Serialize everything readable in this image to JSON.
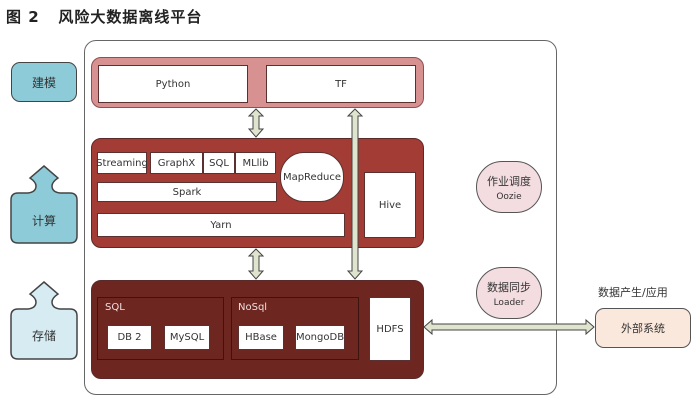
{
  "title": "图 2   风险大数据离线平台",
  "layers": {
    "modeling": "建模",
    "compute": "计算",
    "storage": "存储"
  },
  "modeling_band": {
    "python": "Python",
    "tf": "TF"
  },
  "compute_band": {
    "spark_libs": [
      "Streaming",
      "GraphX",
      "SQL",
      "MLlib"
    ],
    "spark": "Spark",
    "mapreduce": "MapReduce",
    "yarn": "Yarn",
    "hive": "Hive"
  },
  "storage_band": {
    "sql_group": {
      "label": "SQL",
      "items": [
        "DB 2",
        "MySQL"
      ]
    },
    "nosql_group": {
      "label": "NoSql",
      "items": [
        "HBase",
        "MongoDB"
      ]
    },
    "hdfs": "HDFS"
  },
  "scheduler": {
    "title": "作业调度",
    "tool": "Oozie"
  },
  "sync": {
    "title": "数据同步",
    "tool": "Loader"
  },
  "external": {
    "caption": "数据产生/应用",
    "label": "外部系统"
  },
  "colors": {
    "modeling_band": "#d79191",
    "compute_band": "#a33c34",
    "storage_band": "#6e2620",
    "layer_model": "#8ecbd8",
    "layer_compute": "#8ecbd8",
    "layer_storage": "#d6ebf2",
    "bubble": "#f3dde0",
    "external": "#fbe8dc",
    "arrow": "#dfe4cf"
  }
}
